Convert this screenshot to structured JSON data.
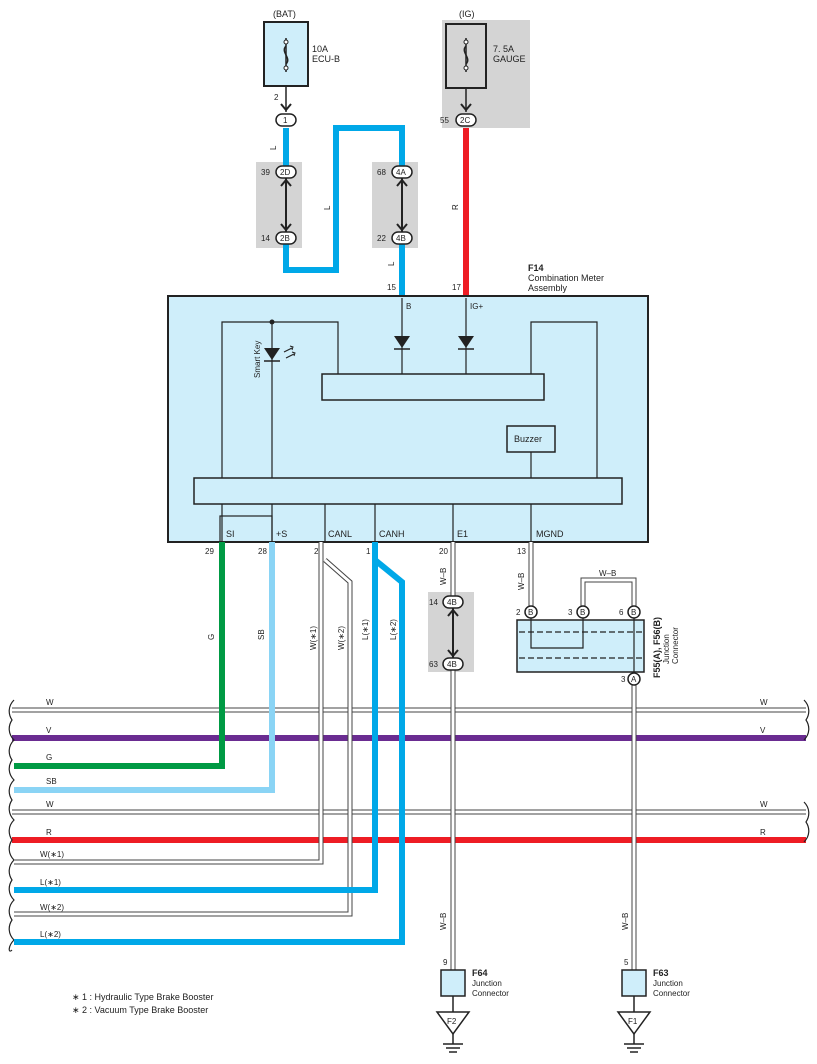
{
  "sources": {
    "bat": {
      "label": "(BAT)",
      "rating": "10A",
      "name": "ECU-B"
    },
    "ig": {
      "label": "(IG)",
      "rating": "7. 5A",
      "name": "GAUGE"
    }
  },
  "connectors": {
    "c1": "1",
    "c2C": "2C",
    "c2D": "2D",
    "c2B": "2B",
    "c4A": "4A",
    "c4B_top": "4B",
    "c4B_mid": "4B",
    "c4B_low": "4B",
    "cB1": "B",
    "cB2": "B",
    "cB3": "B",
    "cA": "A"
  },
  "pins": {
    "p2": "2",
    "p55": "55",
    "p39": "39",
    "p14a": "14",
    "p68": "68",
    "p22": "22",
    "p15": "15",
    "p17": "17",
    "p29": "29",
    "p28": "28",
    "p2b": "2",
    "p1": "1",
    "p20": "20",
    "p13": "13",
    "p14b": "14",
    "p63": "63",
    "p2c": "2",
    "p3": "3",
    "p6": "6",
    "p3b": "3",
    "p9": "9",
    "p5": "5"
  },
  "wires": {
    "L1": "L",
    "L2": "L",
    "L3": "L",
    "R": "R",
    "G": "G",
    "SB": "SB",
    "W1": "W(∗1)",
    "W2": "W(∗2)",
    "Lc1": "L(∗1)",
    "Lc2": "L(∗2)",
    "WB1": "W–B",
    "WB2": "W–B",
    "WB3": "W–B",
    "WB4": "W–B",
    "WB5": "W–B"
  },
  "meter": {
    "code": "F14",
    "title1": "Combination Meter",
    "title2": "Assembly",
    "B": "B",
    "IG": "IG+",
    "smart_key": "Smart Key",
    "buzzer": "Buzzer",
    "SI": "SI",
    "S": "+S",
    "CANL": "CANL",
    "CANH": "CANH",
    "E1": "E1",
    "MGND": "MGND"
  },
  "junction_f55": {
    "code": "F55(A), F56(B)",
    "name1": "Junction",
    "name2": "Connector"
  },
  "junction_f64": {
    "code": "F64",
    "name1": "Junction",
    "name2": "Connector",
    "ground": "F2"
  },
  "junction_f63": {
    "code": "F63",
    "name1": "Junction",
    "name2": "Connector",
    "ground": "F1"
  },
  "bus": {
    "W_a_left": "W",
    "W_a_right": "W",
    "V_left": "V",
    "V_right": "V",
    "G": "G",
    "SB": "SB",
    "W_b_left": "W",
    "W_b_right": "W",
    "R_left": "R",
    "R_right": "R",
    "W1": "W(∗1)",
    "L1": "L(∗1)",
    "W2": "W(∗2)",
    "L2": "L(∗2)"
  },
  "notes": {
    "n1": "∗ 1 : Hydraulic Type Brake Booster",
    "n2": "∗ 2 : Vacuum Type Brake Booster"
  },
  "colors": {
    "L": "#00a8e8",
    "R": "#ee1c24",
    "G": "#009a44",
    "SB": "#8ad4f5",
    "V": "#6a2c91",
    "box": "#cfeefa",
    "gray": "#d4d4d4"
  }
}
